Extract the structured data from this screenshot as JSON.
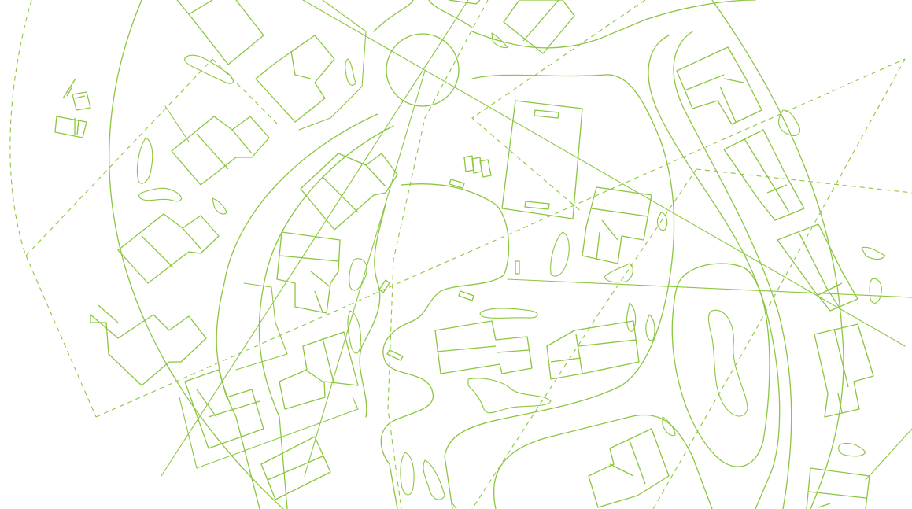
{
  "map": {
    "style": "line-art site plan",
    "colors": {
      "line": "#8cc63f",
      "background": "#ffffff"
    },
    "features": [
      "roundabout",
      "roads",
      "buildings",
      "property-boundaries",
      "footpaths",
      "ponds"
    ]
  }
}
